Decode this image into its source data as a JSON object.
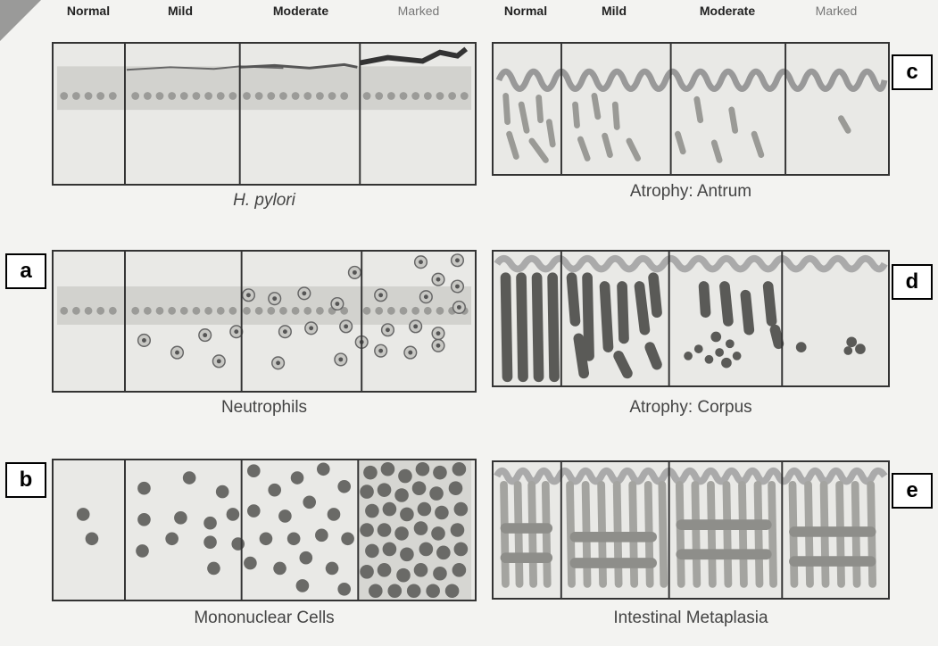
{
  "left_grades": [
    "Normal",
    "Mild",
    "Moderate",
    "Marked"
  ],
  "right_grades": [
    "Normal",
    "Mild",
    "Moderate",
    "Marked"
  ],
  "panels": {
    "h_pylori": {
      "caption": "H. pylori"
    },
    "neutrophils": {
      "caption": "Neutrophils",
      "letter": "a"
    },
    "mononuclear": {
      "caption": "Mononuclear Cells",
      "letter": "b"
    },
    "atrophy_antrum": {
      "caption": "Atrophy:  Antrum",
      "letter": "c"
    },
    "atrophy_corpus": {
      "caption": "Atrophy:  Corpus",
      "letter": "d"
    },
    "intestinal_metaplasia": {
      "caption": "Intestinal Metaplasia",
      "letter": "e"
    }
  }
}
